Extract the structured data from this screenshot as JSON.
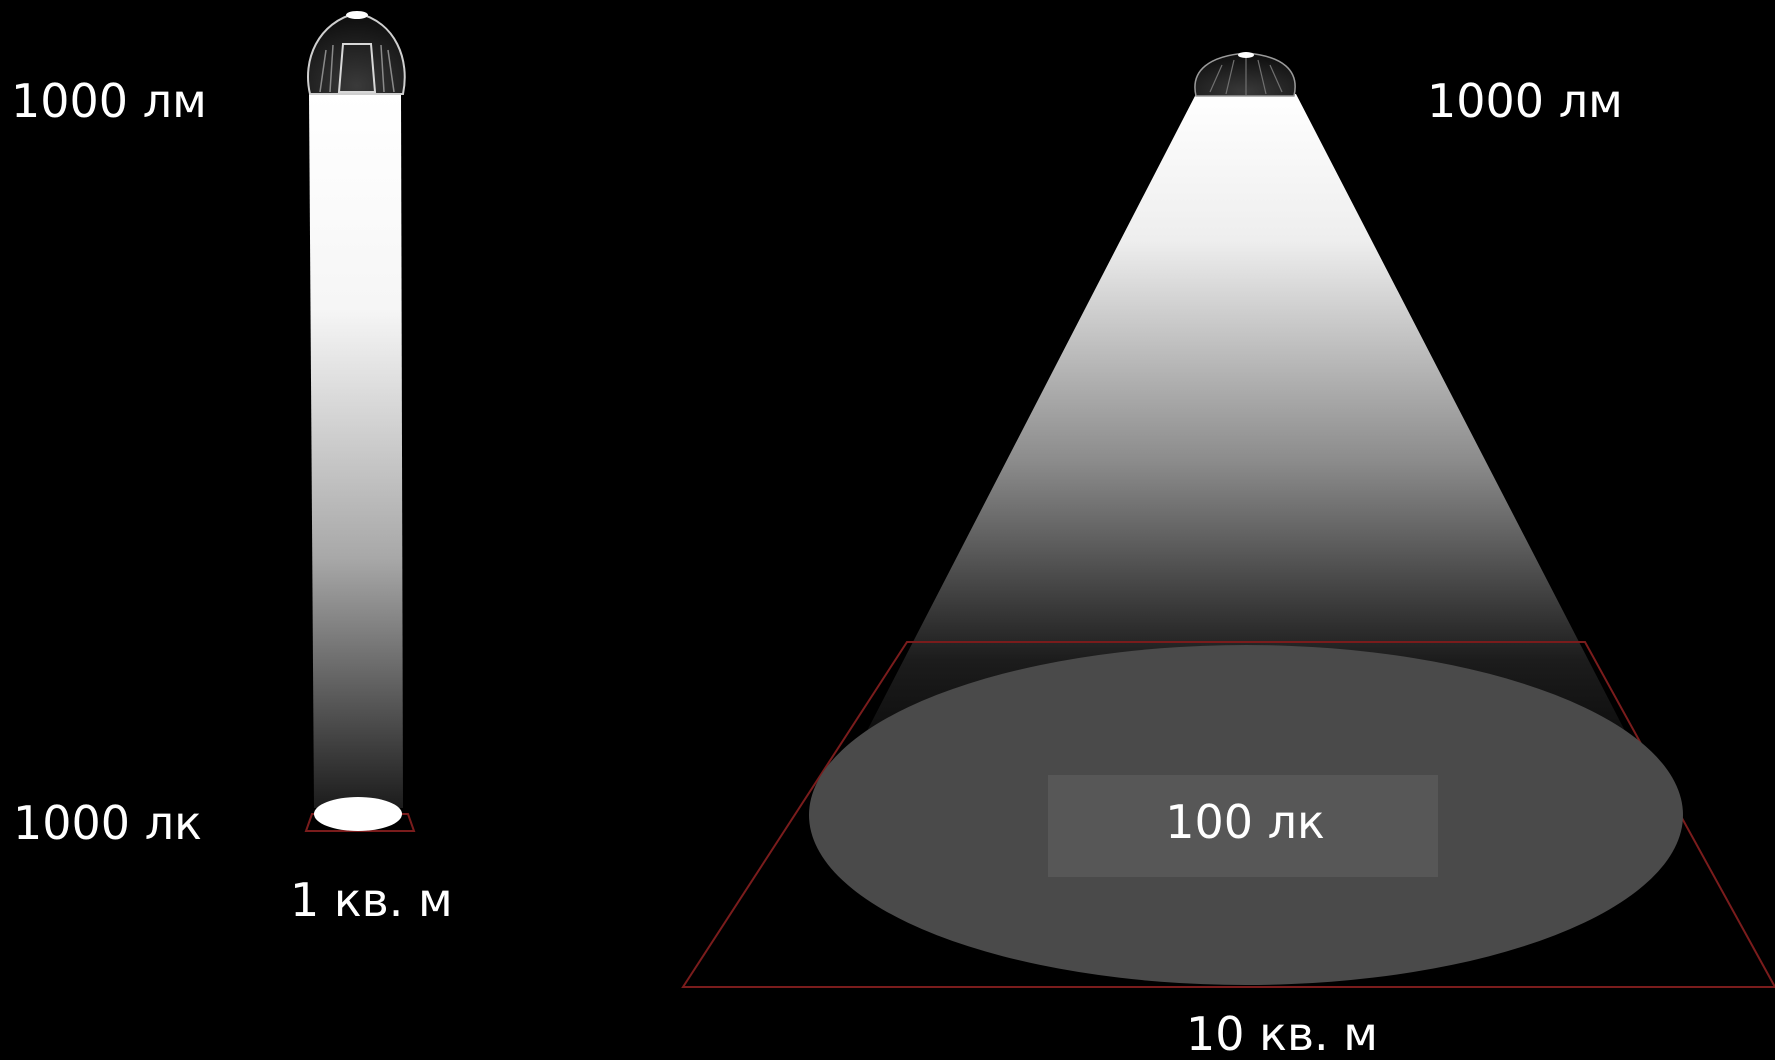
{
  "narrow_beam": {
    "flux_label": "1000 лм",
    "illuminance_label": "1000 лк",
    "area_label": "1 кв. м"
  },
  "wide_beam": {
    "flux_label": "1000 лм",
    "illuminance_label": "100 лк",
    "area_label": "10 кв. м"
  },
  "colors": {
    "background": "#000000",
    "light": "#ffffff",
    "floor_outline": "#7a1c1c",
    "spot_fill": "#4a4a4a",
    "label_box": "#575757"
  }
}
